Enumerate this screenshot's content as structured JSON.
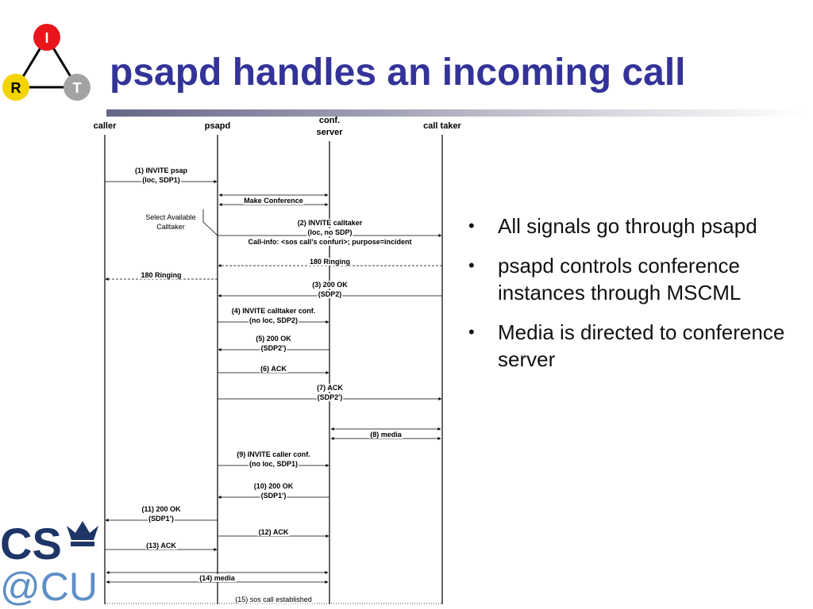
{
  "slide": {
    "title": "psapd handles an incoming call",
    "logo": {
      "top": "I",
      "left": "R",
      "right": "T"
    },
    "bottom_logo": {
      "line1": "CS",
      "line2": "@CU"
    }
  },
  "bullets": [
    "All signals go through psapd",
    "psapd controls conference instances through MSCML",
    "Media is directed to conference server"
  ],
  "diagram": {
    "lanes": [
      {
        "id": "caller",
        "lines": [
          "caller"
        ]
      },
      {
        "id": "psapd",
        "lines": [
          "psapd"
        ]
      },
      {
        "id": "conf",
        "lines": [
          "conf.",
          "server"
        ]
      },
      {
        "id": "taker",
        "lines": [
          "call taker"
        ]
      }
    ],
    "note": [
      "Select Available",
      "Calltaker"
    ],
    "messages": [
      {
        "from": "caller",
        "to": "psapd",
        "lines": [
          "(1) INVITE psap",
          "(loc, SDP1)"
        ],
        "bold": true
      },
      {
        "from": "psapd",
        "to": "conf",
        "lines": [
          "Make Conference"
        ],
        "bold": true,
        "bidir": true,
        "double": true
      },
      {
        "from": "psapd",
        "to": "taker",
        "lines": [
          "(2) INVITE calltaker",
          "(loc, no SDP)",
          "Call-info: <sos call’s confuri>; purpose=incident"
        ],
        "bold": true
      },
      {
        "from": "taker",
        "to": "psapd",
        "lines": [
          "180 Ringing"
        ],
        "bold": true,
        "dashed": true
      },
      {
        "from": "psapd",
        "to": "caller",
        "lines": [
          "180 Ringing"
        ],
        "bold": true,
        "dashed": true
      },
      {
        "from": "taker",
        "to": "psapd",
        "lines": [
          "(3) 200 OK",
          "(SDP2)"
        ],
        "bold": true
      },
      {
        "from": "psapd",
        "to": "conf",
        "lines": [
          "(4) INVITE calltaker conf.",
          "(no loc, SDP2)"
        ],
        "bold": true
      },
      {
        "from": "conf",
        "to": "psapd",
        "lines": [
          "(5) 200 OK",
          "(SDP2')"
        ],
        "bold": true
      },
      {
        "from": "psapd",
        "to": "conf",
        "lines": [
          "(6) ACK"
        ],
        "bold": true
      },
      {
        "from": "psapd",
        "to": "taker",
        "lines": [
          "(7) ACK",
          "(SDP2')"
        ],
        "bold": true
      },
      {
        "from": "conf",
        "to": "taker",
        "lines": [
          "(8) media"
        ],
        "bold": true,
        "bidir": true,
        "double": true
      },
      {
        "from": "psapd",
        "to": "conf",
        "lines": [
          "(9) INVITE caller conf.",
          "(no loc, SDP1)"
        ],
        "bold": true
      },
      {
        "from": "conf",
        "to": "psapd",
        "lines": [
          "(10) 200 OK",
          "(SDP1')"
        ],
        "bold": true
      },
      {
        "from": "psapd",
        "to": "caller",
        "lines": [
          "(11) 200 OK",
          "(SDP1')"
        ],
        "bold": true
      },
      {
        "from": "psapd",
        "to": "conf",
        "lines": [
          "(12) ACK"
        ],
        "bold": true
      },
      {
        "from": "caller",
        "to": "psapd",
        "lines": [
          "(13) ACK"
        ],
        "bold": true
      },
      {
        "from": "caller",
        "to": "conf",
        "lines": [
          "(14) media"
        ],
        "bold": true,
        "bidir": true,
        "double": true
      },
      {
        "from": "caller",
        "to": "taker",
        "lines": [
          "(15) sos call established"
        ],
        "bold": false,
        "dotted": true
      }
    ]
  }
}
